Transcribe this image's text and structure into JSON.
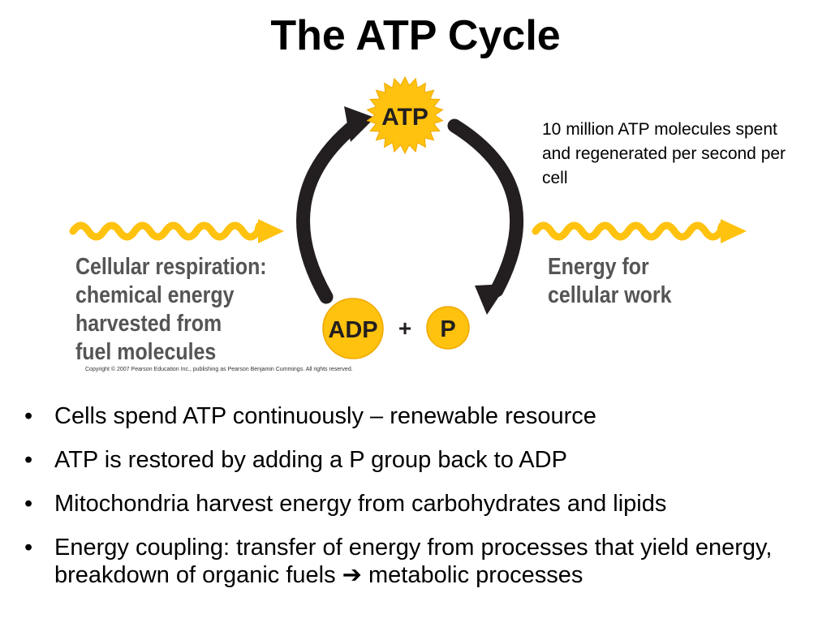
{
  "slide": {
    "title": "The ATP Cycle",
    "note": "10 million ATP molecules spent and regenerated per second per cell",
    "copyright": "Copyright © 2007 Pearson Education Inc., publishing as Pearson Benjamin Cummings. All rights reserved."
  },
  "diagram": {
    "atp_label": "ATP",
    "adp_label": "ADP",
    "plus_label": "+",
    "p_label": "P",
    "left_label_lines": [
      "Cellular respiration:",
      "chemical energy",
      "harvested from",
      "fuel molecules"
    ],
    "right_label_lines": [
      "Energy for",
      "cellular work"
    ],
    "colors": {
      "yellow": "#FFC20E",
      "arrow": "#231F20",
      "label_gray": "#555555"
    }
  },
  "bullets": [
    {
      "marker": "•",
      "text": "Cells spend ATP continuously – renewable resource"
    },
    {
      "marker": "•",
      "text": "ATP is restored by adding a P group back to ADP"
    },
    {
      "marker": "•",
      "text": "Mitochondria harvest energy from carbohydrates and lipids"
    },
    {
      "marker": "•",
      "text": "Energy coupling:  transfer of energy from processes that yield energy, breakdown of organic fuels ➔ metabolic processes"
    }
  ]
}
